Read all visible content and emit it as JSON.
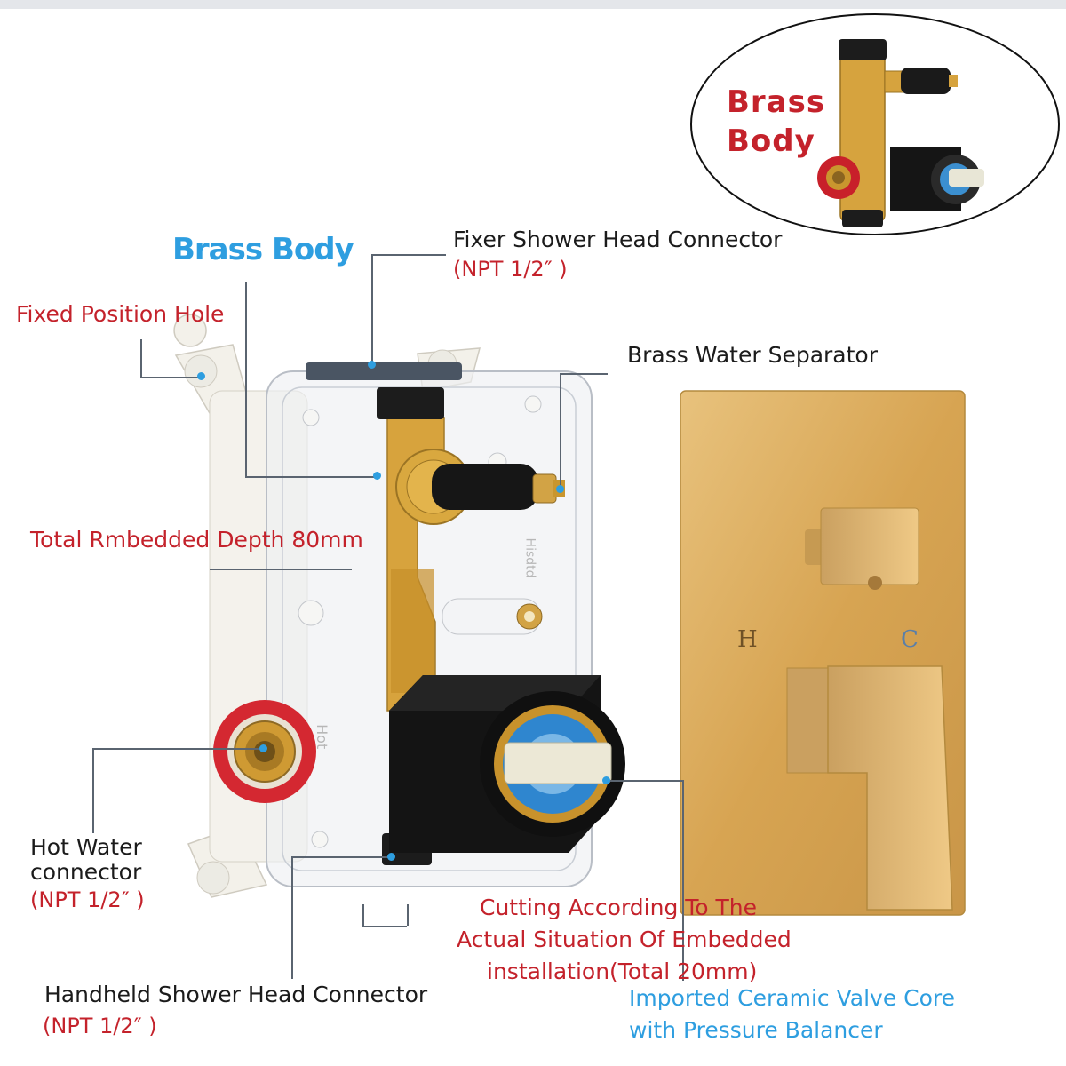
{
  "inset": {
    "label_line1": "Brass",
    "label_line2": "Body"
  },
  "labels": {
    "brass_body": "Brass Body",
    "fixed_position_hole": "Fixed Position Hole",
    "fixer_connector": "Fixer Shower Head Connector",
    "fixer_connector_spec": "(NPT 1/2″ )",
    "brass_separator": "Brass Water Separator",
    "embedded_depth": "Total Rmbedded Depth 80mm",
    "hot_water_line1": "Hot Water",
    "hot_water_line2": "connector",
    "hot_water_spec": "(NPT 1/2″ )",
    "cutting_line1": "Cutting According To The",
    "cutting_line2": "Actual Situation Of Embedded",
    "cutting_line3": "installation(Total 20mm)",
    "handheld_connector": "Handheld Shower Head Connector",
    "handheld_spec": "(NPT 1/2″ )",
    "ceramic_line1": "Imported Ceramic Valve Core",
    "ceramic_line2": "with Pressure Balancer"
  },
  "plate": {
    "hot_mark": "H",
    "cold_mark": "C"
  },
  "box_embossing": {
    "hot": "Hot",
    "brand_vertical": "Hisdtd"
  },
  "colors": {
    "label_red": "#c4222b",
    "label_blue": "#2e9ee0",
    "label_dark": "#1b1b1b",
    "brass": "#d9a640",
    "gold_plate": "#dcae5e"
  }
}
